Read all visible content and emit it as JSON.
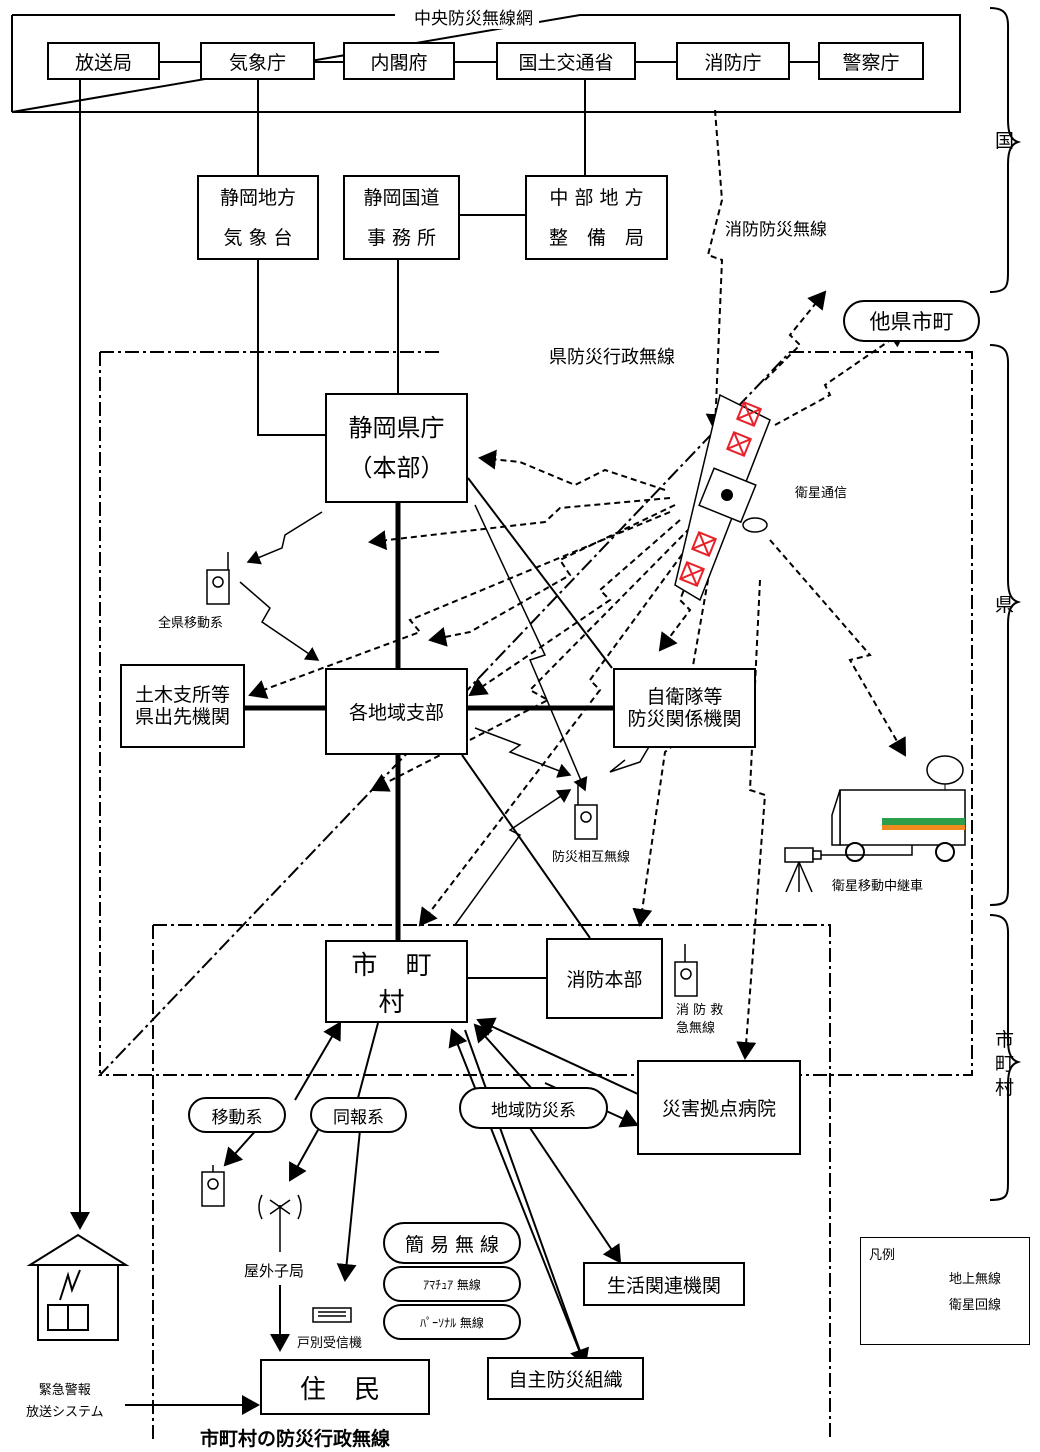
{
  "national": {
    "network_label": "中央防災無線網",
    "agencies": [
      "放送局",
      "気象庁",
      "内閣府",
      "国土交通省",
      "消防庁",
      "警察庁"
    ],
    "regional": [
      "静岡地方\n気 象 台",
      "静岡国道\n事 務 所",
      "中 部 地 方\n整　備　局"
    ],
    "fire_radio_label": "消防防災無線",
    "other_prefectures": "他県市町"
  },
  "prefecture": {
    "radio_label": "県防災行政無線",
    "hq": "静岡県庁\n（本部）",
    "satellite_label": "衛星通信",
    "mobile_label": "全県移動系",
    "civil_office": "土木支所等\n県出先機関",
    "regional_branch": "各地域支部",
    "sdf": "自衛隊等\n防災関係機関",
    "mutual_radio": "防災相互無線",
    "relay_vehicle": "衛星移動中継車"
  },
  "municipal": {
    "city": "市 町 村",
    "fire_hq": "消防本部",
    "fire_ems_radio": "消 防 救\n急無線",
    "hospital": "災害拠点病院",
    "mobile": "移動系",
    "broadcast": "同報系",
    "local_disaster": "地域防災系",
    "outdoor_station": "屋外子局",
    "simple_radio": "簡 易 無 線",
    "amateur_radio": "ｱﾏﾁｭｱ 無線",
    "personal_radio": "ﾊﾟｰｿﾅﾙ 無線",
    "life_agencies": "生活関連機関",
    "household_receiver": "戸別受信機",
    "voluntary_org": "自主防災組織",
    "residents": "住 民",
    "emergency_broadcast": "緊急警報\n放送システム",
    "caption": "市町村の防災行政無線"
  },
  "side_labels": {
    "country": "国",
    "prefecture": "県",
    "municipality": "市\n町\n村"
  },
  "legend": {
    "title": "凡例",
    "ground": "地上無線",
    "satellite": "衛星回線"
  },
  "colors": {
    "satellite_panel": "#e8222a",
    "vehicle_stripe_green": "#2e9e4a",
    "vehicle_stripe_orange": "#f08a1c"
  }
}
